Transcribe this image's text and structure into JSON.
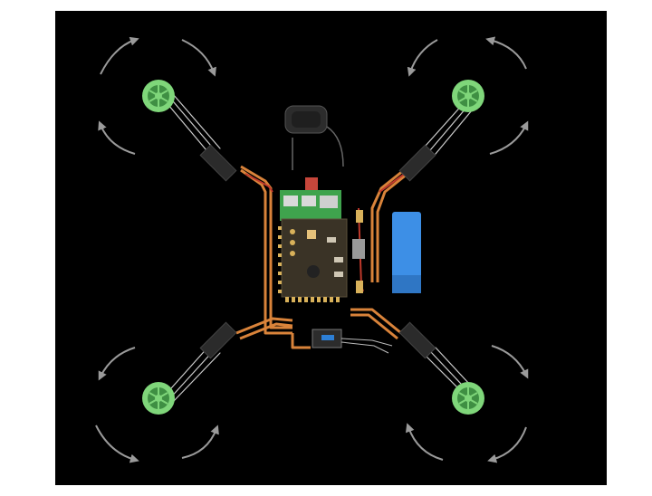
{
  "diagram": {
    "background": "#000000",
    "page_background": "#ffffff",
    "colors": {
      "motor_green": "#7fd67a",
      "motor_dark": "#3f8f43",
      "esc_body": "#2b2b2b",
      "wire_orange": "#d9833a",
      "wire_red": "#c0392b",
      "wire_white": "#eeeeee",
      "arrow_gray": "#9a9a9a",
      "board_body": "#3a3326",
      "board_green": "#3fa34d",
      "pins_gold": "#d8b15a",
      "battery_blue": "#3d8fe6",
      "gps_gray": "#2c2c2c",
      "receiver_blue": "#2d7fd6"
    },
    "components": {
      "motors": [
        {
          "id": "front-left",
          "icon": "motor-icon"
        },
        {
          "id": "front-right",
          "icon": "motor-icon"
        },
        {
          "id": "rear-left",
          "icon": "motor-icon"
        },
        {
          "id": "rear-right",
          "icon": "motor-icon"
        }
      ],
      "escs": [
        "front-left",
        "front-right",
        "rear-left",
        "rear-right"
      ],
      "modules": [
        "flight-controller",
        "companion-board",
        "gps-module",
        "battery",
        "receiver",
        "power-module"
      ],
      "rotation_arrows": [
        "cw",
        "ccw"
      ]
    }
  }
}
